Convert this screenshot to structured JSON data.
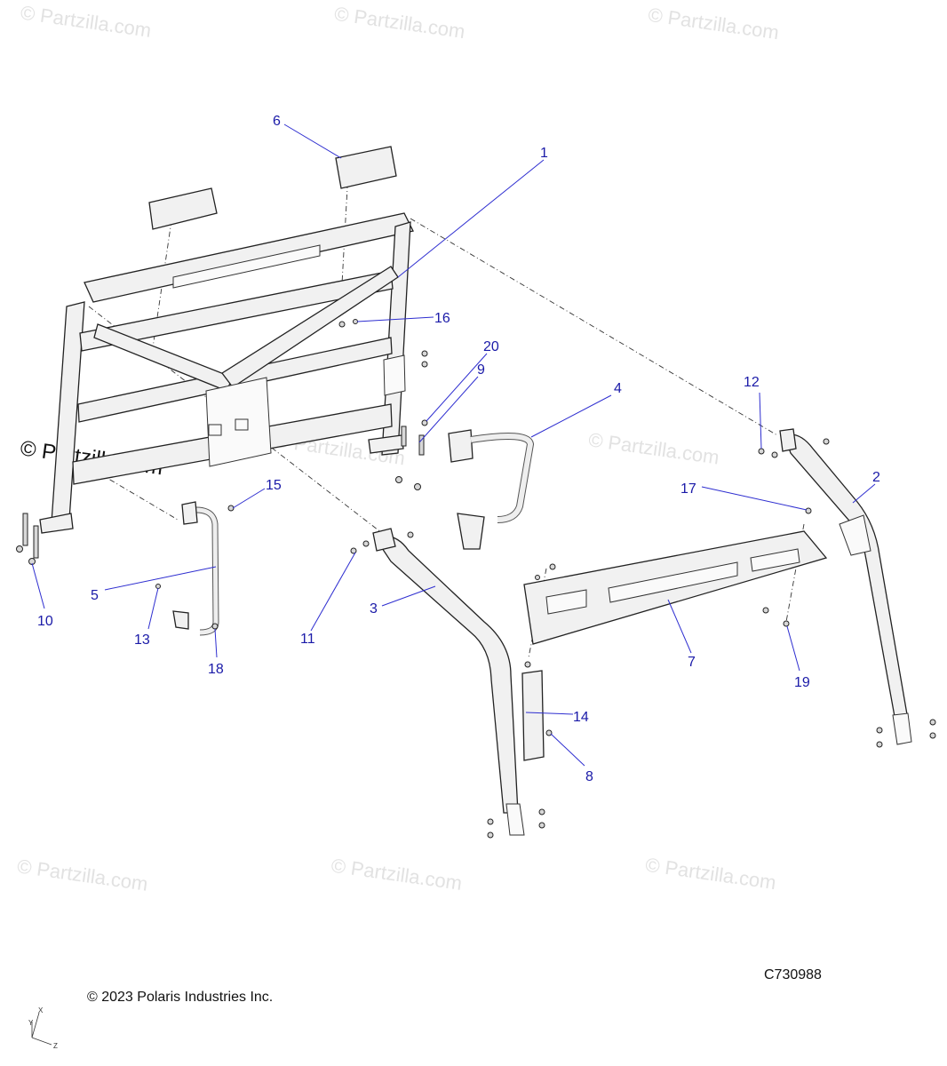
{
  "watermark_text": "© Partzilla.com",
  "callouts": [
    {
      "label": "1"
    },
    {
      "label": "2"
    },
    {
      "label": "3"
    },
    {
      "label": "4"
    },
    {
      "label": "5"
    },
    {
      "label": "6"
    },
    {
      "label": "7"
    },
    {
      "label": "8"
    },
    {
      "label": "9"
    },
    {
      "label": "10"
    },
    {
      "label": "11"
    },
    {
      "label": "12"
    },
    {
      "label": "13"
    },
    {
      "label": "14"
    },
    {
      "label": "15"
    },
    {
      "label": "16"
    },
    {
      "label": "17"
    },
    {
      "label": "18"
    },
    {
      "label": "19"
    },
    {
      "label": "20"
    }
  ],
  "drawing_number": "C730988",
  "copyright": "© 2023 Polaris Industries Inc.",
  "axis_labels": {
    "x": "X",
    "y": "Y",
    "z": "Z"
  }
}
